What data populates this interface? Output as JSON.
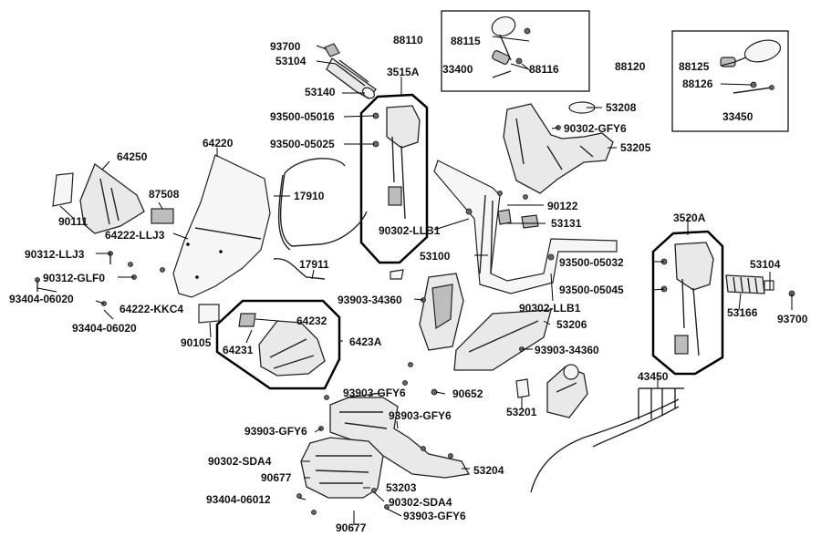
{
  "diagram": {
    "labels": {
      "p88110": "88110",
      "p88115": "88115",
      "p33400": "33400",
      "p88116": "88116",
      "p88120": "88120",
      "p88125": "88125",
      "p88126": "88126",
      "p33450": "33450",
      "p93700_top": "93700",
      "p53104_top": "53104",
      "p53140": "53140",
      "p3515A": "3515A",
      "p93500_05016": "93500-05016",
      "p93500_05025": "93500-05025",
      "p53208": "53208",
      "p90302_GFY6_top": "90302-GFY6",
      "p53205": "53205",
      "p64220": "64220",
      "p64250": "64250",
      "p87508": "87508",
      "p17910": "17910",
      "p90122": "90122",
      "p90111": "90111",
      "p64222_LLJ3": "64222-LLJ3",
      "p90302_LLB1_left": "90302-LLB1",
      "p53131": "53131",
      "p3520A": "3520A",
      "p90312_LLJ3": "90312-LLJ3",
      "p53100": "53100",
      "p17911": "17911",
      "p90312_GLF0": "90312-GLF0",
      "p93500_05032": "93500-05032",
      "p53104_right": "53104",
      "p93404_06020_a": "93404-06020",
      "p93903_34360_left": "93903-34360",
      "p90302_LLB1_right": "90302-LLB1",
      "p93500_05045": "93500-05045",
      "p64222_KKC4": "64222-KKC4",
      "p64232": "64232",
      "p53166": "53166",
      "p93700_right": "93700",
      "p93404_06020_b": "93404-06020",
      "p53206": "53206",
      "p90105": "90105",
      "p64231": "64231",
      "p6423A": "6423A",
      "p93903_34360_right": "93903-34360",
      "p43450": "43450",
      "p93903_GFY6_a": "93903-GFY6",
      "p90652": "90652",
      "p53201": "53201",
      "p93903_GFY6_b": "93903-GFY6",
      "p93903_GFY6_c": "93903-GFY6",
      "p90302_SDA4_left": "90302-SDA4",
      "p53204": "53204",
      "p90677_a": "90677",
      "p53203": "53203",
      "p93404_06012": "93404-06012",
      "p90302_SDA4_right": "90302-SDA4",
      "p90677_b": "90677",
      "p93903_GFY6_d": "93903-GFY6"
    }
  }
}
